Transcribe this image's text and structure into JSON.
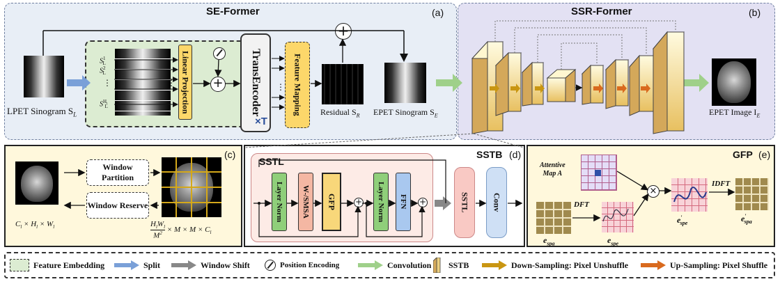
{
  "panel_a": {
    "title": "SE-Former",
    "tag": "(a)"
  },
  "panel_b": {
    "title": "SSR-Former",
    "tag": "(b)"
  },
  "panel_c": {
    "tag": "(c)"
  },
  "panel_d": {
    "title": "SSTB",
    "tag": "(d)",
    "inner_title": "SSTL"
  },
  "panel_e": {
    "title": "GFP",
    "tag": "(e)"
  },
  "labels": {
    "lpet_sinogram": "LPET Sinogram S",
    "lpet_sub": "L",
    "linear_projection": "Linear Projection",
    "trans_encoder": "TransEncoder",
    "times_t": "×T",
    "feature_mapping": "Feature Mapping",
    "residual": "Residual S",
    "residual_sub": "R",
    "epet_sinogram": "EPET Sinogram S",
    "epet_sub": "E",
    "epet_image": "EPET Image I",
    "epet_image_sub": "E",
    "patch_s1": "S",
    "patch_s1_sup": "1",
    "patch_s1_sub": "L",
    "patch_s2_sup": "2",
    "patch_dots": "⋮",
    "patch_last_sup": "H",
    "patch_last_supsub": "S",
    "window_partition": "Window Partition",
    "window_reserve": "Window Reserve",
    "c_dims": "C",
    "c_dims_rest": " × H",
    "c_dims_rest2": " × W",
    "c_dims_sub": "l",
    "c_out_num": "H",
    "c_out_den": "M",
    "c_out_rest": " × M × M × C",
    "layer_norm": "Layer Norm",
    "w_msa": "W-/SMSA",
    "gfp": "GFP",
    "ffn": "FFN",
    "sstl": "SSTL",
    "conv": "Conv",
    "attentive_map": "Attentive Map A",
    "dft": "DFT",
    "idft": "IDFT",
    "e_spa": "e",
    "e_spa_sub": "spa",
    "e_spe": "e",
    "e_spe_sub": "spe"
  },
  "legend": [
    {
      "label": "Feature Embedding",
      "icon": "dashed-box-icon"
    },
    {
      "label": "Split",
      "icon": "blue-arrow-icon"
    },
    {
      "label": "Window Shift",
      "icon": "gray-arrow-icon"
    },
    {
      "label": "Position Encoding",
      "icon": "position-encoding-icon"
    },
    {
      "label": "Convolution",
      "icon": "green-arrow-icon"
    },
    {
      "label": "SSTB",
      "icon": "sstb-block-icon"
    },
    {
      "label": "Down-Sampling: Pixel Unshuffle",
      "icon": "gold-arrow-icon"
    },
    {
      "label": "Up-Sampling: Pixel Shuffle",
      "icon": "orange-arrow-icon"
    }
  ],
  "colors": {
    "panel_a_bg": "#e8eef6",
    "panel_b_bg": "#e3e1f3",
    "panel_c_bg": "#fff8dc",
    "panel_d_bg": "#fdebe6",
    "panel_e_bg": "#fff8dc",
    "feature_embed_bg": "#dcecd2",
    "layer_norm": "#8fcf7a",
    "wmsa": "#f4b7a3",
    "gfp": "#f8d77a",
    "ffn": "#a9c8ef",
    "sstl": "#f9c9c4",
    "conv": "#cfe0f5"
  }
}
